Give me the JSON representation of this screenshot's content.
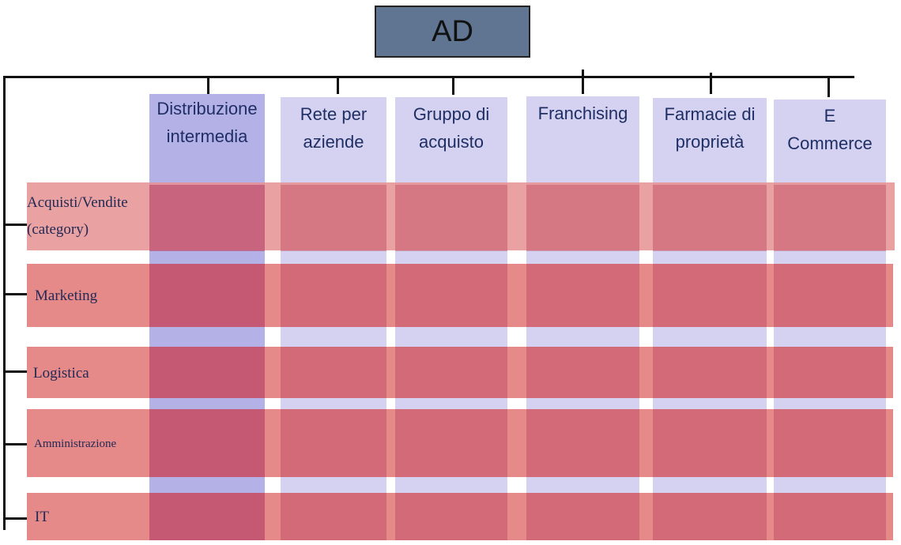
{
  "root": {
    "label": "AD"
  },
  "columns": [
    {
      "id": "distribuzione",
      "label": "Distribuzione intermedia",
      "highlight": true
    },
    {
      "id": "rete",
      "label": "Rete per aziende",
      "highlight": false
    },
    {
      "id": "gruppo",
      "label": "Gruppo di acquisto",
      "highlight": false
    },
    {
      "id": "franchising",
      "label": "Franchising",
      "highlight": false
    },
    {
      "id": "farmacie",
      "label": "Farmacie di proprietà",
      "highlight": false
    },
    {
      "id": "ecommerce",
      "label": "E Commerce",
      "highlight": false
    }
  ],
  "rows": [
    {
      "id": "acquisti",
      "label": "Acquisti/Vendite (category)"
    },
    {
      "id": "marketing",
      "label": "Marketing"
    },
    {
      "id": "logistica",
      "label": "Logistica"
    },
    {
      "id": "amministrazione",
      "label": "Amministrazione"
    },
    {
      "id": "it",
      "label": "IT"
    }
  ],
  "colors": {
    "root_fill": "#5f7591",
    "column_fill": "#d4d2f0",
    "column_highlight": "#b3b1e6",
    "row_band": "#e07474",
    "text_blue": "#1f2f66"
  }
}
